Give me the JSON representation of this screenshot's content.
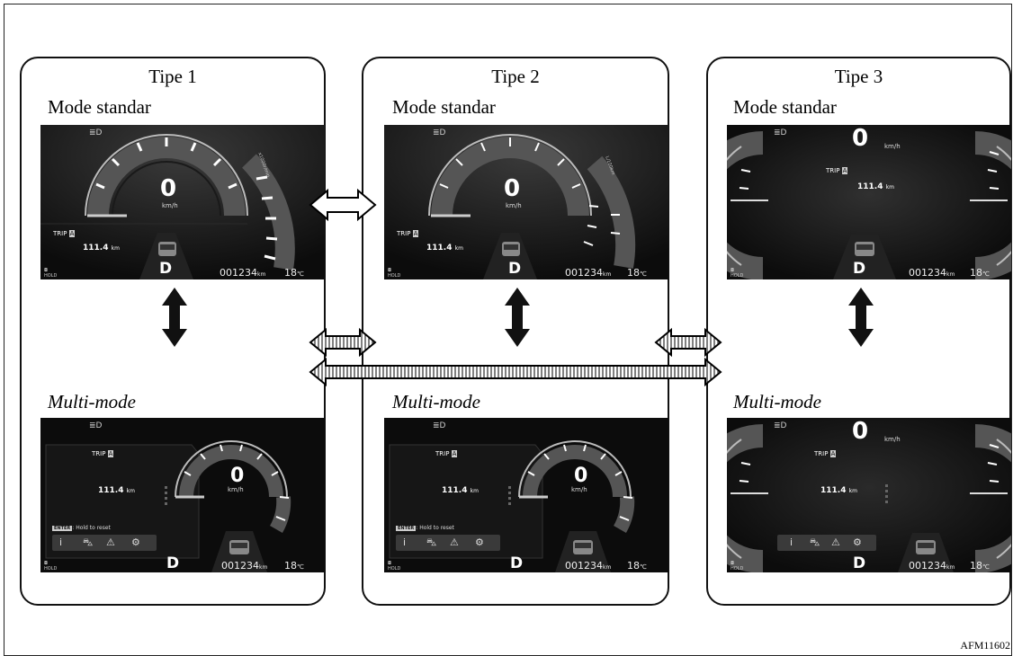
{
  "types": [
    {
      "title": "Tipe 1",
      "standard_label": "Mode standar",
      "multi_label": "Multi-mode"
    },
    {
      "title": "Tipe 2",
      "standard_label": "Mode standar",
      "multi_label": "Multi-mode"
    },
    {
      "title": "Tipe 3",
      "standard_label": "Mode standar",
      "multi_label": "Multi-mode"
    }
  ],
  "display": {
    "speed": "0",
    "speed_unit": "km/h",
    "trip_label": "TRIP",
    "trip_letter": "A",
    "trip_value": "111.4",
    "trip_unit": "km",
    "gear": "D",
    "odometer": "001234",
    "odo_unit": "km",
    "temperature": "18",
    "temp_unit": "℃",
    "hold_label": "HOLD",
    "enter_key": "ENTER",
    "reset_text": ": Hold to reset",
    "rpm_label_1": "x1000r/min",
    "rpm_label_2": "L/100km"
  },
  "figure_code": "AFM11602"
}
